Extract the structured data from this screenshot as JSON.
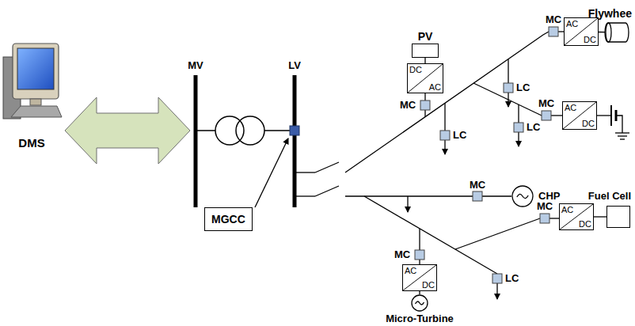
{
  "diagram": {
    "nodes": [
      {
        "text": [
          "PV"
        ]
      },
      {
        "text": [
          "DC",
          "AC"
        ]
      },
      {
        "text": [
          "AC",
          "DC"
        ]
      },
      {
        "text": [
          "Flywhee"
        ]
      },
      {
        "text": [
          "AC",
          "DC"
        ]
      },
      {
        "text": [
          "MGCC"
        ]
      },
      {
        "text": [
          "CHP"
        ]
      },
      {
        "text": [
          "AC",
          "DC"
        ]
      },
      {
        "text": [
          "Fuel Cell"
        ]
      },
      {
        "text": [
          "AC",
          "DC"
        ]
      },
      {
        "text": [
          "Micro-Turbine"
        ]
      }
    ],
    "edges": [
      {
        "from": 0,
        "to": 1,
        "arrow": "none"
      },
      {
        "from": 2,
        "to": 3,
        "arrow": "none"
      },
      {
        "from": 7,
        "to": 8,
        "arrow": "none"
      },
      {
        "from": 9,
        "to": 10,
        "arrow": "none"
      }
    ],
    "labels": [
      "DMS",
      "MV",
      "LV",
      "MC",
      "LC",
      "MC",
      "LC",
      "MC",
      "LC",
      "MC",
      "MC",
      "MC",
      "LC"
    ]
  }
}
